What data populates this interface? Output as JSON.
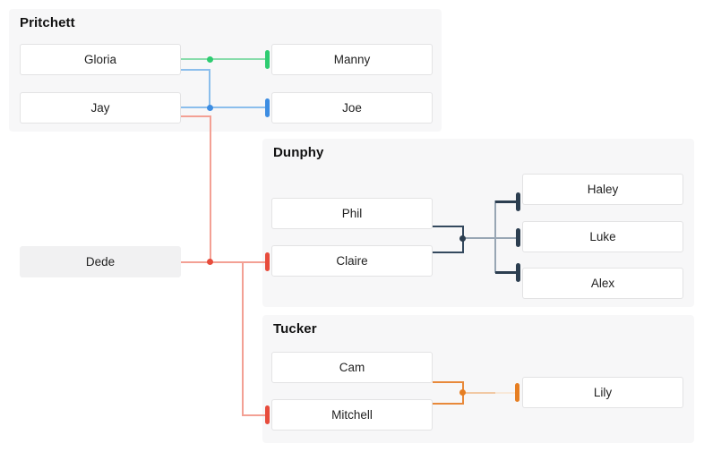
{
  "groups": {
    "pritchett": {
      "label": "Pritchett"
    },
    "dunphy": {
      "label": "Dunphy"
    },
    "tucker": {
      "label": "Tucker"
    }
  },
  "persons": {
    "gloria": {
      "name": "Gloria"
    },
    "manny": {
      "name": "Manny"
    },
    "jay": {
      "name": "Jay"
    },
    "joe": {
      "name": "Joe"
    },
    "dede": {
      "name": "Dede"
    },
    "phil": {
      "name": "Phil"
    },
    "claire": {
      "name": "Claire"
    },
    "haley": {
      "name": "Haley"
    },
    "luke": {
      "name": "Luke"
    },
    "alex": {
      "name": "Alex"
    },
    "cam": {
      "name": "Cam"
    },
    "mitchell": {
      "name": "Mitchell"
    },
    "lily": {
      "name": "Lily"
    }
  },
  "colors": {
    "green_line": "#88dcab",
    "green_marker": "#2ecc71",
    "blue_line": "#8bbeec",
    "blue_marker": "#3d8de2",
    "red_line": "#f3a094",
    "red_marker": "#e74c3c",
    "navy_line": "#34495e",
    "navy_marker": "#2c3e50",
    "slate_line": "#98a6b4",
    "orange_line": "#e8893a",
    "orange_marker": "#e67e22",
    "peach_line": "#f1c9a4",
    "pale_peach_line": "#f8e9da",
    "group_background": "#f7f7f8",
    "box_border": "#e3e3e4",
    "dede_background": "#f1f1f2"
  }
}
